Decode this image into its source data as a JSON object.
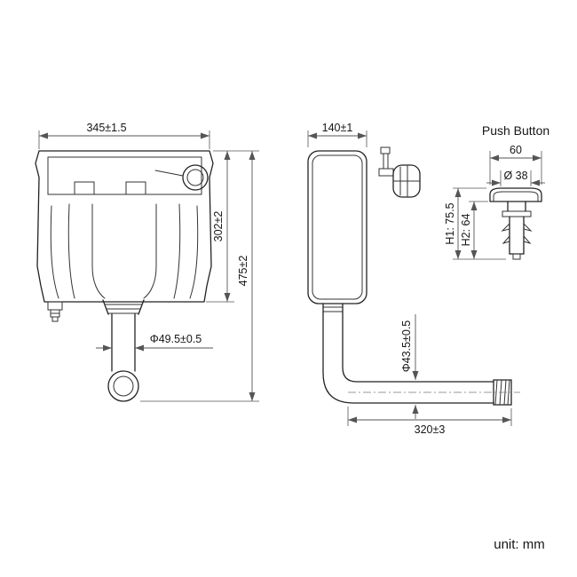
{
  "labels": {
    "push_button_title": "Push Button",
    "unit": "unit: mm"
  },
  "front_view": {
    "width": "345±1.5",
    "tank_height": "302±2",
    "total_height": "475±2",
    "outlet_diameter": "Φ49.5±0.5"
  },
  "side_view": {
    "depth": "140±1",
    "pipe_diameter": "Φ43.5±0.5",
    "pipe_length": "320±3"
  },
  "push_button": {
    "width": "60",
    "cap_diameter": "Ø 38",
    "h1": "H1: 75.5",
    "h2": "H2: 64"
  }
}
